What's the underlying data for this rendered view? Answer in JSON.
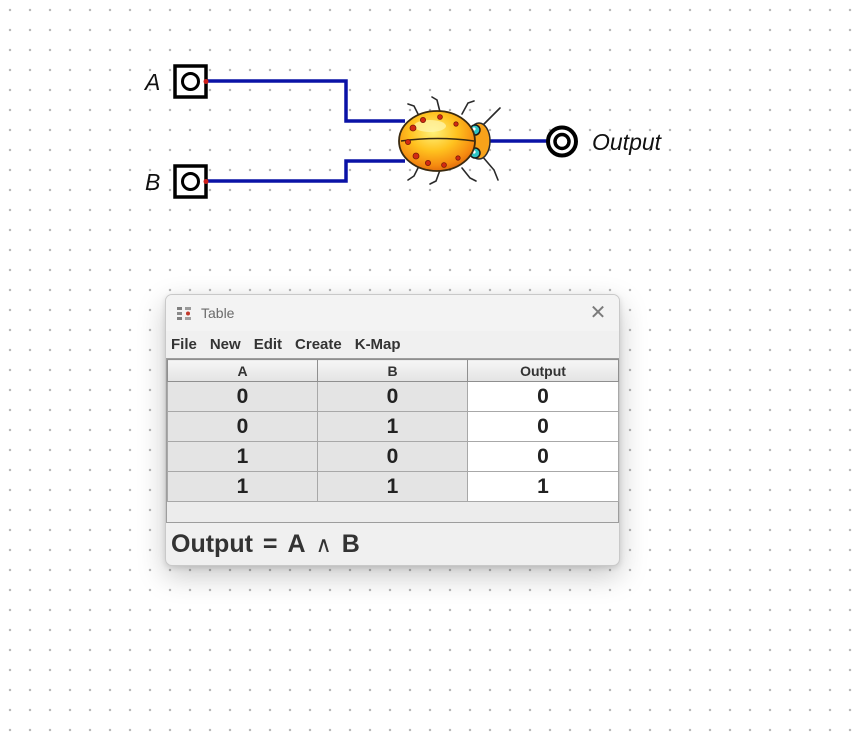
{
  "circuit": {
    "inputs": [
      {
        "label": "A"
      },
      {
        "label": "B"
      }
    ],
    "gate": {
      "icon": "ladybug-and-gate-icon"
    },
    "output": {
      "label": "Output"
    },
    "colors": {
      "wire": "#0a12a6",
      "pin": "#d0201a",
      "switch_border": "#000000"
    }
  },
  "table_window": {
    "title": "Table",
    "close_icon": "close-icon",
    "menu": [
      "File",
      "New",
      "Edit",
      "Create",
      "K-Map"
    ],
    "columns": [
      "A",
      "B",
      "Output"
    ],
    "rows": [
      [
        "0",
        "0",
        "0"
      ],
      [
        "0",
        "1",
        "0"
      ],
      [
        "1",
        "0",
        "0"
      ],
      [
        "1",
        "1",
        "1"
      ]
    ],
    "expression": {
      "lhs": "Output",
      "equals": "=",
      "operand1": "A",
      "operator": "∧",
      "operand2": "B"
    }
  }
}
